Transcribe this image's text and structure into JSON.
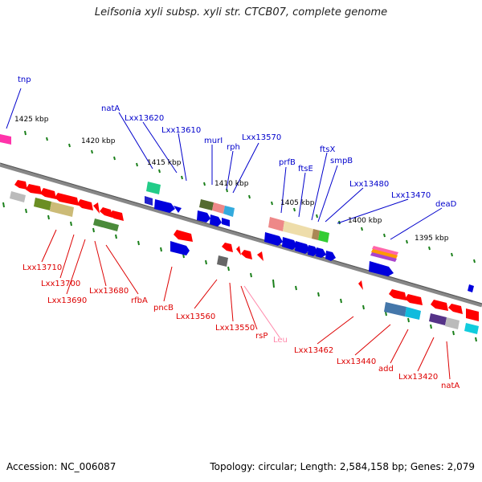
{
  "title": "Leifsonia xyli subsp. xyli str. CTCB07, complete genome",
  "accession": "Accession: NC_006087",
  "topology": "Topology: circular; Length: 2,584,158 bp; Genes: 2,079",
  "colors": {
    "backbone": "#888888",
    "tick": "#1a7f1a",
    "forward_label": "#0000cc",
    "reverse_label": "#dd0000",
    "trna_label": "#ff88aa"
  },
  "ticks": [
    "1425 kbp",
    "1420 kbp",
    "1415 kbp",
    "1410 kbp",
    "1405 kbp",
    "1400 kbp",
    "1395 kbp"
  ],
  "genes_forward": [
    "tnp",
    "natA",
    "Lxx13620",
    "Lxx13610",
    "murI",
    "rph",
    "Lxx13570",
    "prfB",
    "ftsE",
    "ftsX",
    "smpB",
    "Lxx13480",
    "Lxx13470",
    "deaD"
  ],
  "genes_reverse": [
    "Lxx13710",
    "Lxx13700",
    "Lxx13690",
    "Lxx13680",
    "rfbA",
    "pncB",
    "Lxx13560",
    "Lxx13550",
    "rsP",
    "Leu",
    "Lxx13462",
    "Lxx13440",
    "add",
    "Lxx13420",
    "natA"
  ]
}
